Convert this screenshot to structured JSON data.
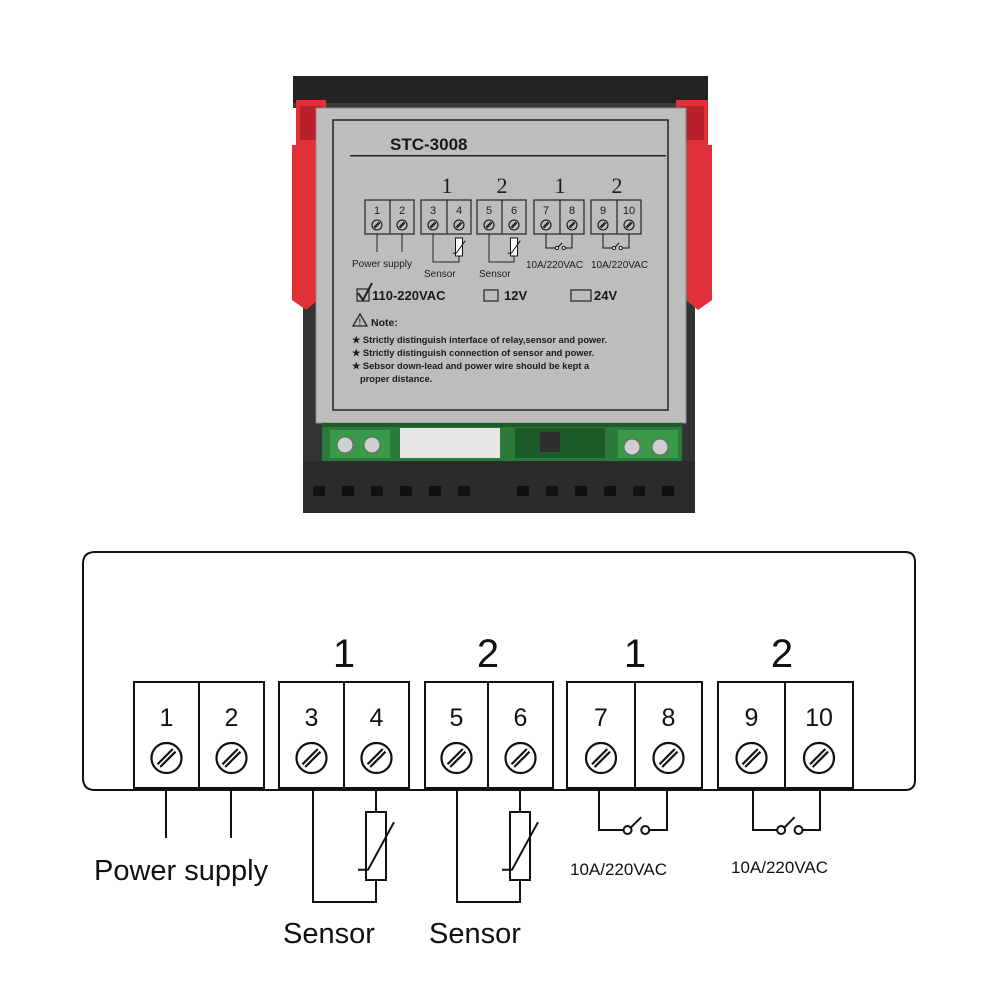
{
  "device": {
    "model": "STC-3008",
    "plate": {
      "group_labels": [
        "1",
        "2",
        "1",
        "2"
      ],
      "terminals": [
        "1",
        "2",
        "3",
        "4",
        "5",
        "6",
        "7",
        "8",
        "9",
        "10"
      ],
      "power_label": "Power supply",
      "sensor_label_1": "Sensor",
      "sensor_label_2": "Sensor",
      "relay_label_1": "10A/220VAC",
      "relay_label_2": "10A/220VAC",
      "voltage_options": [
        "110-220VAC",
        "12V",
        "24V"
      ],
      "voltage_checked": "110-220VAC",
      "note_title": "Note:",
      "notes": [
        "★ Strictly distinguish interface of relay,sensor and power.",
        "★ Strictly distinguish connection of sensor and power.",
        "★ Sebsor down-lead and power wire should be kept a",
        "proper distance."
      ]
    }
  },
  "diagram": {
    "group_labels": [
      "1",
      "2",
      "1",
      "2"
    ],
    "terminals": [
      "1",
      "2",
      "3",
      "4",
      "5",
      "6",
      "7",
      "8",
      "9",
      "10"
    ],
    "power_label": "Power supply",
    "sensor_label_1": "Sensor",
    "sensor_label_2": "Sensor",
    "relay_label_1": "10A/220VAC",
    "relay_label_2": "10A/220VAC"
  },
  "colors": {
    "housing": "#2f2f2f",
    "clip": "#e0303a",
    "plate": "#bdbdbd",
    "pcb": "#2c7a3a",
    "line": "#111111"
  }
}
